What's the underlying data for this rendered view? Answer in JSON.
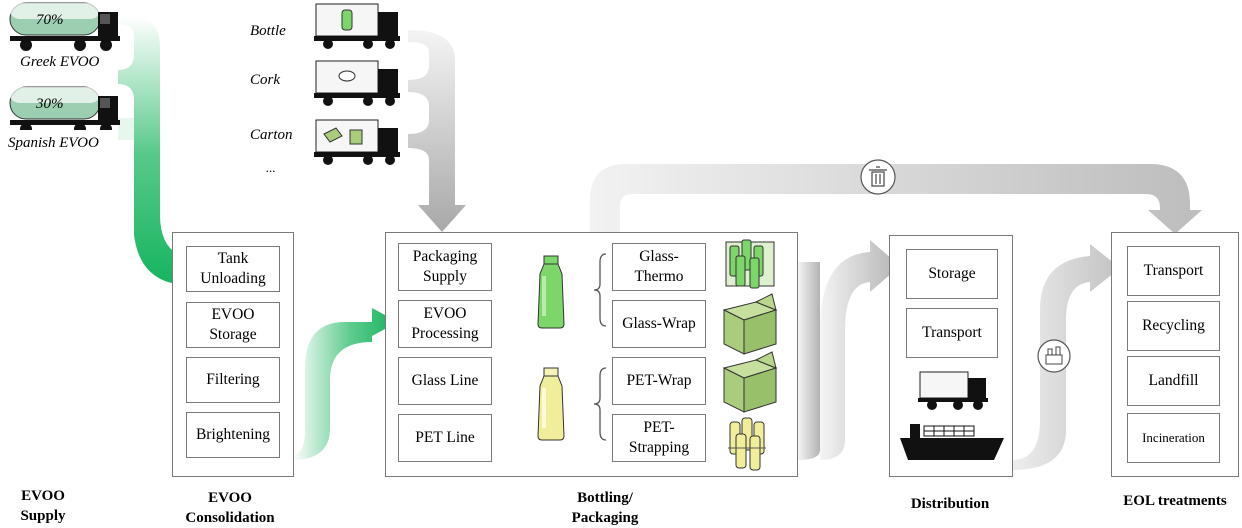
{
  "supply": {
    "trucks": [
      {
        "percent": "70%",
        "label": "Greek EVOO"
      },
      {
        "percent": "30%",
        "label": "Spanish EVOO"
      }
    ],
    "title": "EVOO\nSupply"
  },
  "packaging_inputs": {
    "items": [
      "Bottle",
      "Cork",
      "Carton",
      "..."
    ]
  },
  "consolidation": {
    "title": "EVOO\nConsolidation",
    "steps": [
      "Tank\nUnloading",
      "EVOO\nStorage",
      "Filtering",
      "Brightening"
    ]
  },
  "bottling": {
    "title": "Bottling/\nPackaging",
    "steps": [
      "Packaging\nSupply",
      "EVOO\nProcessing",
      "Glass Line",
      "PET Line"
    ],
    "packs": [
      "Glass-\nThermo",
      "Glass-Wrap",
      "PET-Wrap",
      "PET-\nStrapping"
    ]
  },
  "distribution": {
    "title": "Distribution",
    "steps": [
      "Storage",
      "Transport"
    ]
  },
  "eol": {
    "title": "EOL treatments",
    "steps": [
      "Transport",
      "Recycling",
      "Landfill",
      "Incineration"
    ]
  },
  "colors": {
    "oil_flow": "#1db866",
    "packaging_flow": "#b5b5b5",
    "glass_bottle": "#7cd66a",
    "pet_bottle": "#f0ee9a",
    "pack_box": "#a9cc7d"
  }
}
